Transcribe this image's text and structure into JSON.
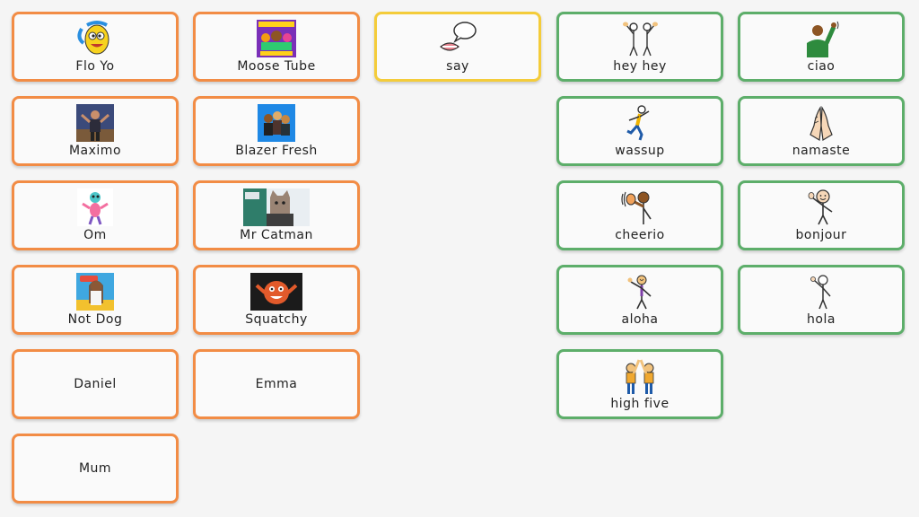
{
  "people": [
    {
      "label": "Flo Yo",
      "icon": "flo-yo-character-icon"
    },
    {
      "label": "Moose Tube",
      "icon": "moose-tube-album-icon"
    },
    {
      "label": "Maximo",
      "icon": "maximo-photo-icon"
    },
    {
      "label": "Blazer Fresh",
      "icon": "blazer-fresh-photo-icon"
    },
    {
      "label": "Om",
      "icon": "om-character-icon"
    },
    {
      "label": "Mr Catman",
      "icon": "mr-catman-photo-icon"
    },
    {
      "label": "Not Dog",
      "icon": "not-dog-photo-icon"
    },
    {
      "label": "Squatchy",
      "icon": "squatchy-character-icon"
    },
    {
      "label": "Daniel",
      "icon": ""
    },
    {
      "label": "Emma",
      "icon": ""
    },
    {
      "label": "Mum",
      "icon": ""
    }
  ],
  "say": {
    "label": "say",
    "icon": "speech-bubble-mouth-icon"
  },
  "greetings": [
    {
      "label": "hey hey",
      "icon": "waving-hands-icon"
    },
    {
      "label": "ciao",
      "icon": "person-waving-icon"
    },
    {
      "label": "wassup",
      "icon": "dancing-person-icon"
    },
    {
      "label": "namaste",
      "icon": "praying-hands-icon"
    },
    {
      "label": "cheerio",
      "icon": "waving-person-icon"
    },
    {
      "label": "bonjour",
      "icon": "smiling-person-waving-icon"
    },
    {
      "label": "aloha",
      "icon": "person-waving-tie-icon"
    },
    {
      "label": "hola",
      "icon": "stick-person-waving-icon"
    },
    {
      "label": "high five",
      "icon": "high-five-icon"
    }
  ],
  "colors": {
    "people_border": "#f28c45",
    "say_border": "#f4cc3a",
    "greeting_border": "#5dae6a",
    "background": "#f5f5f5"
  }
}
